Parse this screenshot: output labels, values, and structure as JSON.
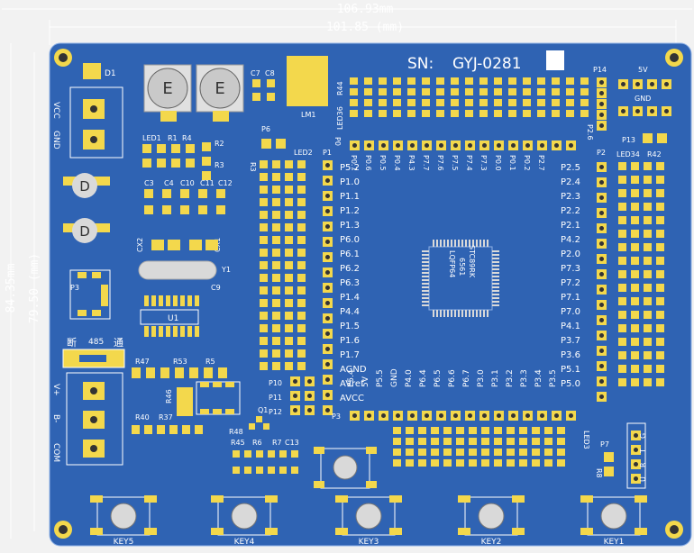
{
  "dimensions": {
    "top_outer": "106.93mm",
    "top_inner": "101.85 (mm)",
    "side_outer": "84.35mm",
    "side_inner": "79.50 (mm)"
  },
  "board": {
    "sn_label": "SN:",
    "sn_value": "GYJ-0281",
    "colors": {
      "pcb": "#2f63b3",
      "pad": "#f3d84c",
      "silk": "#ffffff",
      "ic": "#d9d9d9"
    }
  },
  "labels": {
    "d1": "D1",
    "c7": "C7",
    "c8": "C8",
    "lm1": "LM1",
    "r44": "R44",
    "led36": "LED36",
    "p14": "P14",
    "v5": "5V",
    "gnd_top": "GND",
    "p2_6": "P2.6",
    "p13": "P13",
    "led34": "LED34",
    "r42": "R42",
    "p2": "P2",
    "p0": "P0",
    "p1": "P1",
    "p6": "P6",
    "led2": "LED2",
    "r3_left": "R3",
    "led1": "LED1",
    "r1": "R1",
    "r4": "R4",
    "r2": "R2",
    "r3": "R3",
    "c3": "C3",
    "c4": "C4",
    "c10": "C10",
    "c11": "C11",
    "c12": "C12",
    "cx2": "CX2",
    "cx1": "CX1",
    "y1": "Y1",
    "c9": "C9",
    "u1": "U1",
    "p3_left": "P3",
    "duan": "断",
    "n485": "485",
    "tong": "通",
    "r47": "R47",
    "r53": "R53",
    "r5": "R5",
    "r46": "R46",
    "r40": "R40",
    "r37": "R37",
    "r48": "R48",
    "r45": "R45",
    "r6": "R6",
    "r7": "R7",
    "c13": "C13",
    "q1": "Q1",
    "p10": "P10",
    "p11": "P11",
    "p12": "P12",
    "p3_bottom": "P3",
    "led3": "LED3",
    "p7": "P7",
    "r8": "R8",
    "vcc": "VCC",
    "gnd_left": "GND",
    "v_plus": "V+",
    "b_minus": "B-",
    "com": "COM"
  },
  "urtg": [
    "U",
    "R",
    "T",
    "G"
  ],
  "ic_text": [
    "STC89RK",
    "6561",
    "LQFP64"
  ],
  "p0_pins": [
    "P0.7",
    "P0.6",
    "P0.5",
    "P0.4",
    "P4.3",
    "P7.7",
    "P7.6",
    "P7.5",
    "P7.4",
    "P7.3",
    "P0.0",
    "P0.1",
    "P0.2",
    "P2.7"
  ],
  "left_pins": [
    "P5.2",
    "P1.0",
    "P1.1",
    "P1.2",
    "P1.3",
    "P6.0",
    "P6.1",
    "P6.2",
    "P6.3",
    "P1.4",
    "P4.4",
    "P1.5",
    "P1.6",
    "P1.7",
    "AGND",
    "AVref",
    "AVCC"
  ],
  "right_pins": [
    "P2.5",
    "P2.4",
    "P2.3",
    "P2.2",
    "P2.1",
    "P4.2",
    "P2.0",
    "P7.3",
    "P7.2",
    "P7.1",
    "P7.0",
    "P4.1",
    "P3.7",
    "P3.6",
    "P5.1",
    "P5.0"
  ],
  "bottom_pins": [
    "P5.4",
    "5V",
    "P5.5",
    "GND",
    "P4.0",
    "P6.4",
    "P6.5",
    "P6.6",
    "P6.7",
    "P3.0",
    "P3.1",
    "P3.2",
    "P3.3",
    "P3.4",
    "P3.5"
  ],
  "keys": [
    "KEY5",
    "KEY4",
    "KEY3",
    "KEY2",
    "KEY1"
  ]
}
